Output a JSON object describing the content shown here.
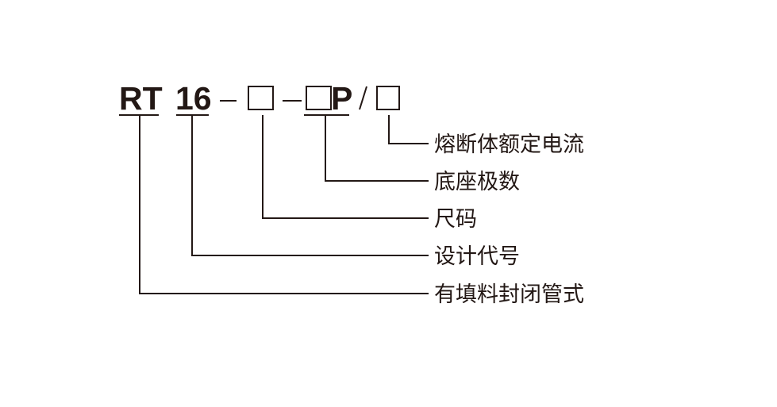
{
  "model_code": {
    "prefix": "RT",
    "design_number": "16",
    "separator": "–",
    "pole_suffix": "P",
    "slash": "/"
  },
  "labels": {
    "rated_current": "熔断体额定电流",
    "pole_count": "底座极数",
    "size": "尺码",
    "design_code": "设计代号",
    "type": "有填料封闭管式"
  }
}
